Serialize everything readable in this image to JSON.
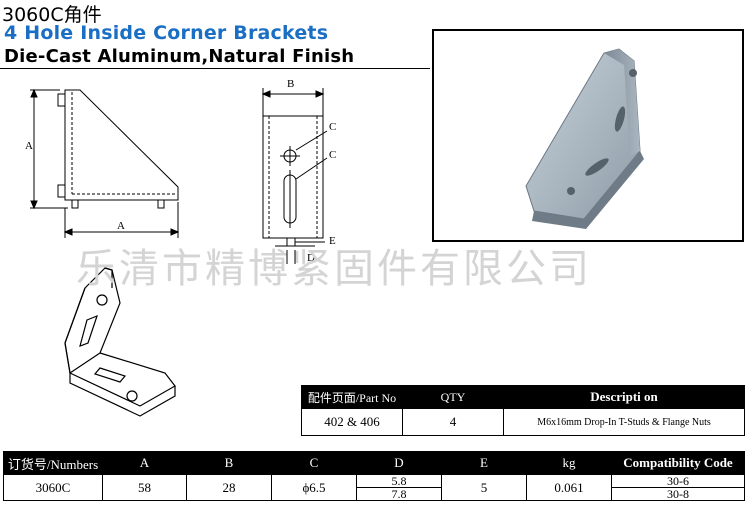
{
  "header": {
    "model": "3060C角件",
    "title": "4 Hole Inside Corner Brackets",
    "subtitle": "Die-Cast Aluminum,Natural Finish"
  },
  "drawing": {
    "label_a": "A",
    "label_b": "B",
    "label_c": "C",
    "label_d": "D",
    "label_e": "E"
  },
  "watermark": "乐清市精博紧固件有限公司",
  "parts_table": {
    "headers": [
      "配件页面/Part No",
      "QTY",
      "Descripti on"
    ],
    "row": [
      "402 & 406",
      "4",
      "M6x16mm Drop-In T-Studs & Flange Nuts"
    ]
  },
  "spec_table": {
    "headers": [
      "订货号/Numbers",
      "A",
      "B",
      "C",
      "D",
      "E",
      "kg",
      "Compatibility Code"
    ],
    "row": {
      "number": "3060C",
      "a": "58",
      "b": "28",
      "c": "ϕ6.5",
      "d": [
        "5.8",
        "7.8"
      ],
      "e": "5",
      "kg": "0.061",
      "code": [
        "30-6",
        "30-8"
      ]
    }
  }
}
